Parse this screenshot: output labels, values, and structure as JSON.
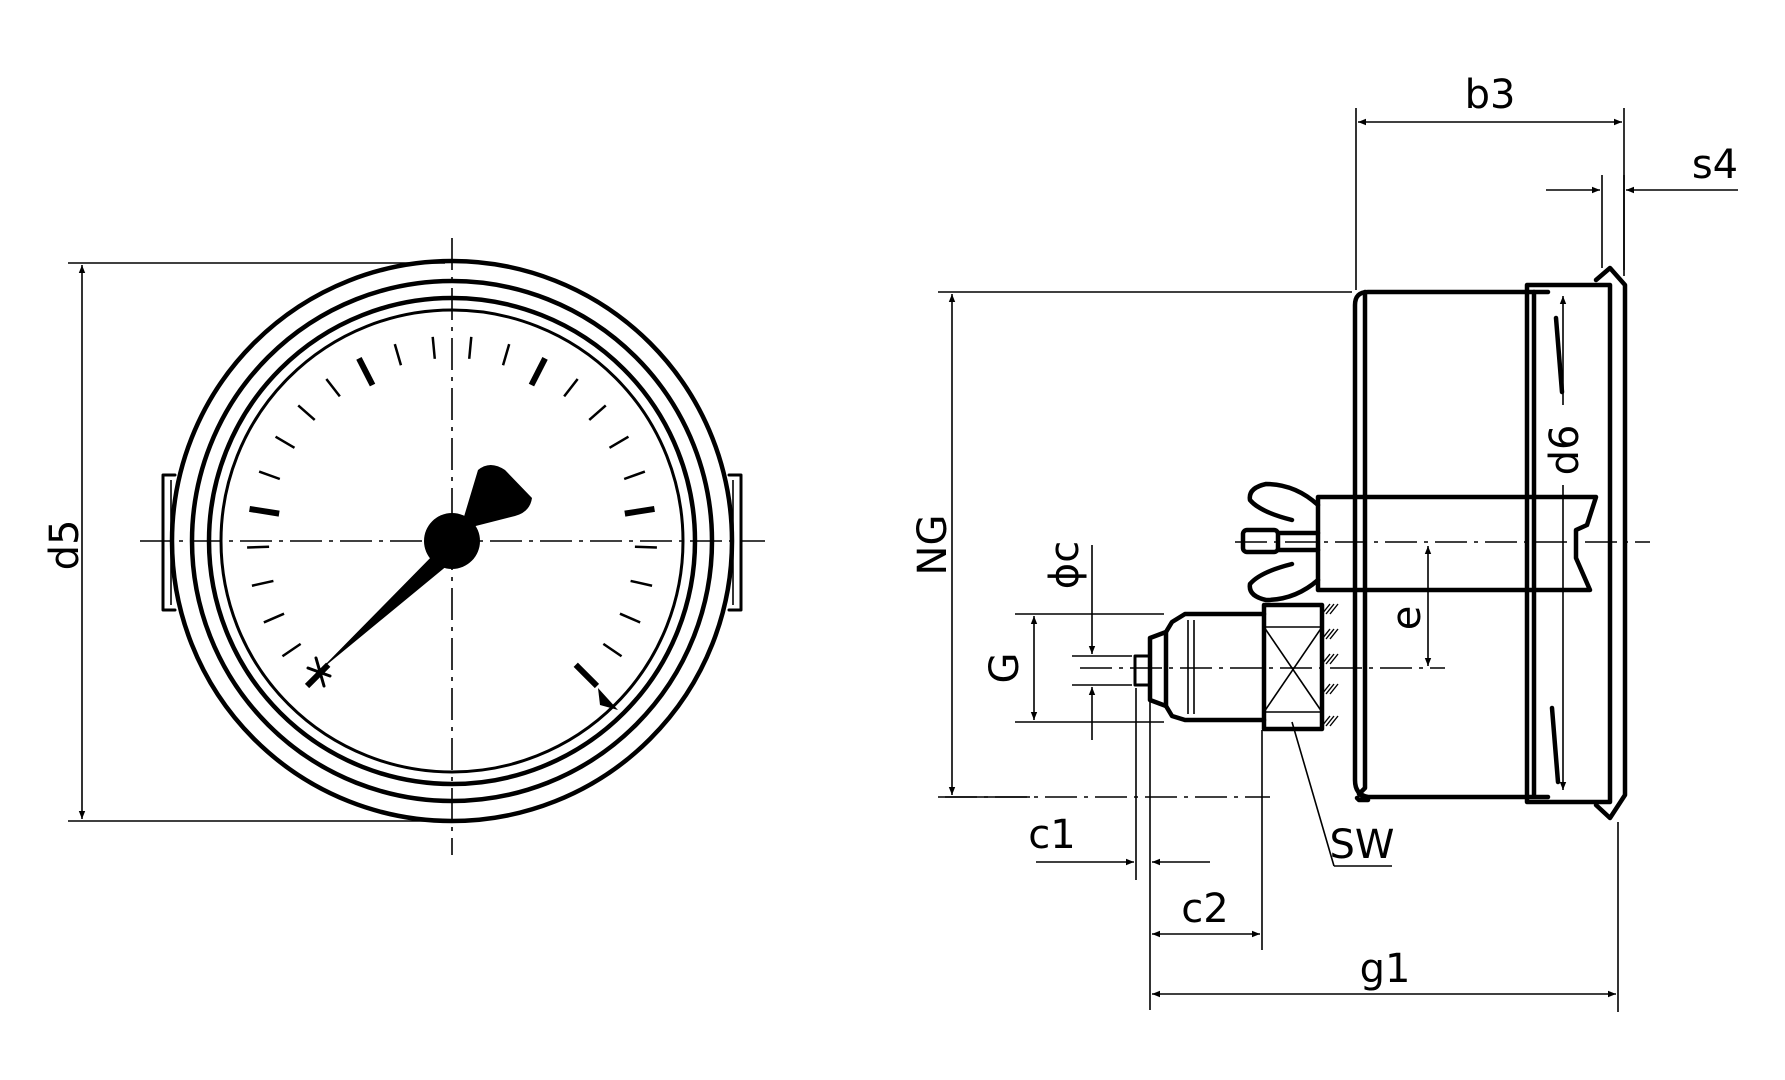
{
  "front_view": {
    "labels": {
      "d5": "d5"
    }
  },
  "side_view": {
    "labels": {
      "b3": "b3",
      "s4": "s4",
      "d6": "d6",
      "NG": "NG",
      "phi_c": "ϕc",
      "G": "G",
      "e": "e",
      "c1": "c1",
      "c2": "c2",
      "SW": "SW",
      "g1": "g1"
    }
  },
  "colors": {
    "line": "#000000",
    "background": "#ffffff"
  }
}
